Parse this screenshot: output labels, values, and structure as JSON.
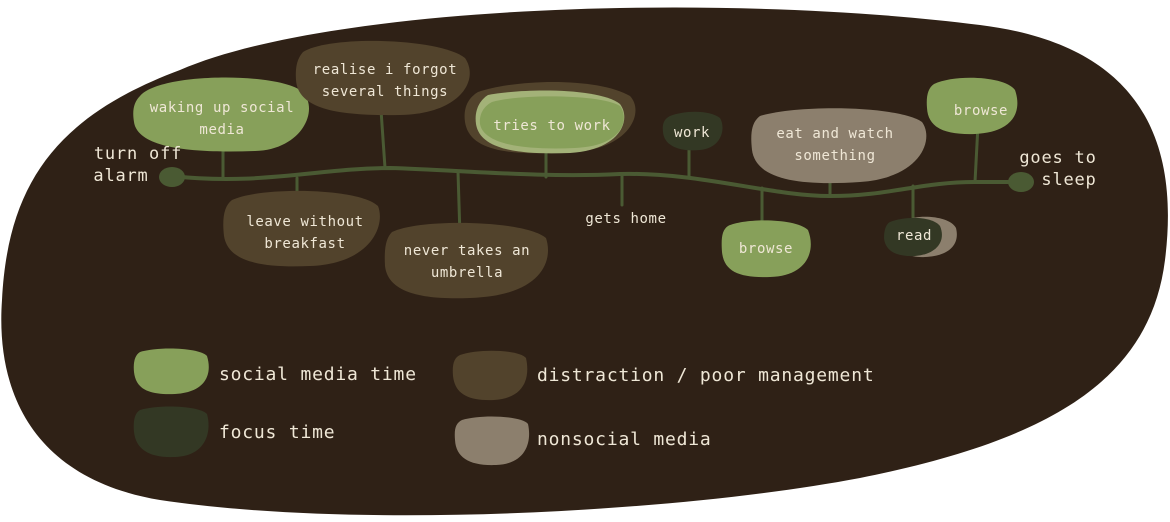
{
  "colors": {
    "background": "#2f2116",
    "timeline": "#4a5a33",
    "text": "#efe7d6",
    "social_media": "#87a05a",
    "focus": "#333824",
    "distraction": "#52432c",
    "nonsocial": "#8c7f6d"
  },
  "timeline": {
    "start_label": [
      "turn off",
      "alarm"
    ],
    "end_label": [
      "goes to",
      "sleep"
    ],
    "events": [
      {
        "id": "waking-up-social-media",
        "lines": [
          "waking up social",
          "media"
        ],
        "category": "social_media"
      },
      {
        "id": "realise-i-forgot",
        "lines": [
          "realise i forgot",
          "several things"
        ],
        "category": "distraction"
      },
      {
        "id": "tries-to-work",
        "lines": [
          "tries to work"
        ],
        "category": "social_media"
      },
      {
        "id": "work",
        "lines": [
          "work"
        ],
        "category": "focus"
      },
      {
        "id": "eat-and-watch",
        "lines": [
          "eat and watch",
          "something"
        ],
        "category": "nonsocial"
      },
      {
        "id": "browse-top",
        "lines": [
          "browse"
        ],
        "category": "social_media"
      },
      {
        "id": "leave-without-breakfast",
        "lines": [
          "leave without",
          "breakfast"
        ],
        "category": "distraction"
      },
      {
        "id": "never-takes-umbrella",
        "lines": [
          "never takes an",
          "umbrella"
        ],
        "category": "distraction"
      },
      {
        "id": "gets-home",
        "lines": [
          "gets home"
        ],
        "category": "none"
      },
      {
        "id": "browse-bottom",
        "lines": [
          "browse"
        ],
        "category": "social_media"
      },
      {
        "id": "read",
        "lines": [
          "read"
        ],
        "category": "focus"
      }
    ]
  },
  "legend": {
    "items": [
      {
        "label": "social media time",
        "category": "social_media"
      },
      {
        "label": "focus time",
        "category": "focus"
      },
      {
        "label": "distraction / poor management",
        "category": "distraction"
      },
      {
        "label": "nonsocial media",
        "category": "nonsocial"
      }
    ]
  }
}
